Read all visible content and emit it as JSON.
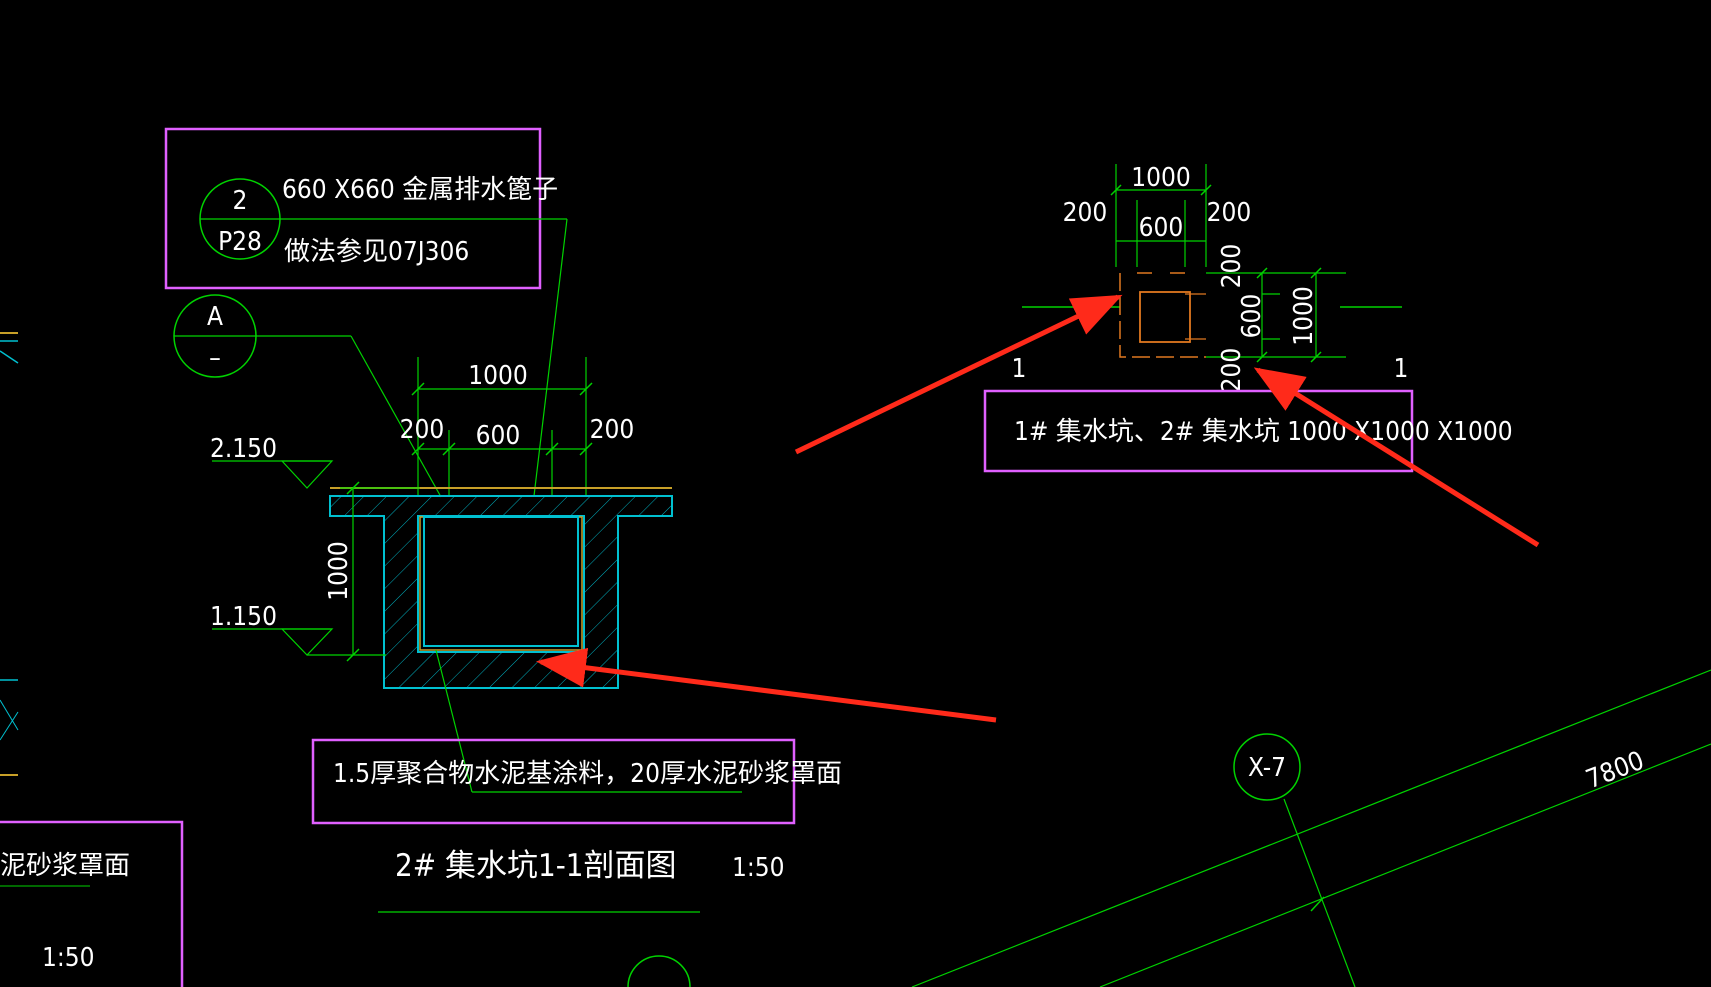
{
  "colors": {
    "background": "#000000",
    "dimension": "#00d200",
    "text": "#ffffff",
    "callout_box": "#e060ff",
    "pit_wall": "#00c0d0",
    "hatch": "#00b0c0",
    "plan_pit": "#e07820",
    "arrow": "#ff2a1a",
    "grade_line": "#c8a028"
  },
  "detail_ref": {
    "number": "2",
    "sheet": "P28",
    "note_line1": "660 X660 金属排水篦子",
    "note_line2": "做法参见07J306"
  },
  "section_mark": {
    "letter": "A",
    "sub": "–"
  },
  "section_view": {
    "dim_total": "1000",
    "dim_left": "200",
    "dim_center": "600",
    "dim_right": "200",
    "dim_depth": "1000",
    "elev_top": "2.150",
    "elev_bottom": "1.150",
    "waterproof_note": "1.5厚聚合物水泥基涂料，20厚水泥砂浆罩面",
    "title": "2# 集水坑1-1剖面图",
    "scale": "1:50"
  },
  "plan_view": {
    "dim_total": "1000",
    "dim_left": "200",
    "dim_center": "600",
    "dim_right": "200",
    "dim_v_top": "200",
    "dim_v_center": "600",
    "dim_v_total": "1000",
    "dim_v_bottom": "200",
    "cut_left": "1",
    "cut_right": "1",
    "label": "1# 集水坑、2# 集水坑 1000 X1000 X1000"
  },
  "left_fragment": {
    "note": "泥砂浆罩面",
    "scale": "1:50"
  },
  "axis": {
    "grid_label": "X-7",
    "dimension": "7800"
  }
}
